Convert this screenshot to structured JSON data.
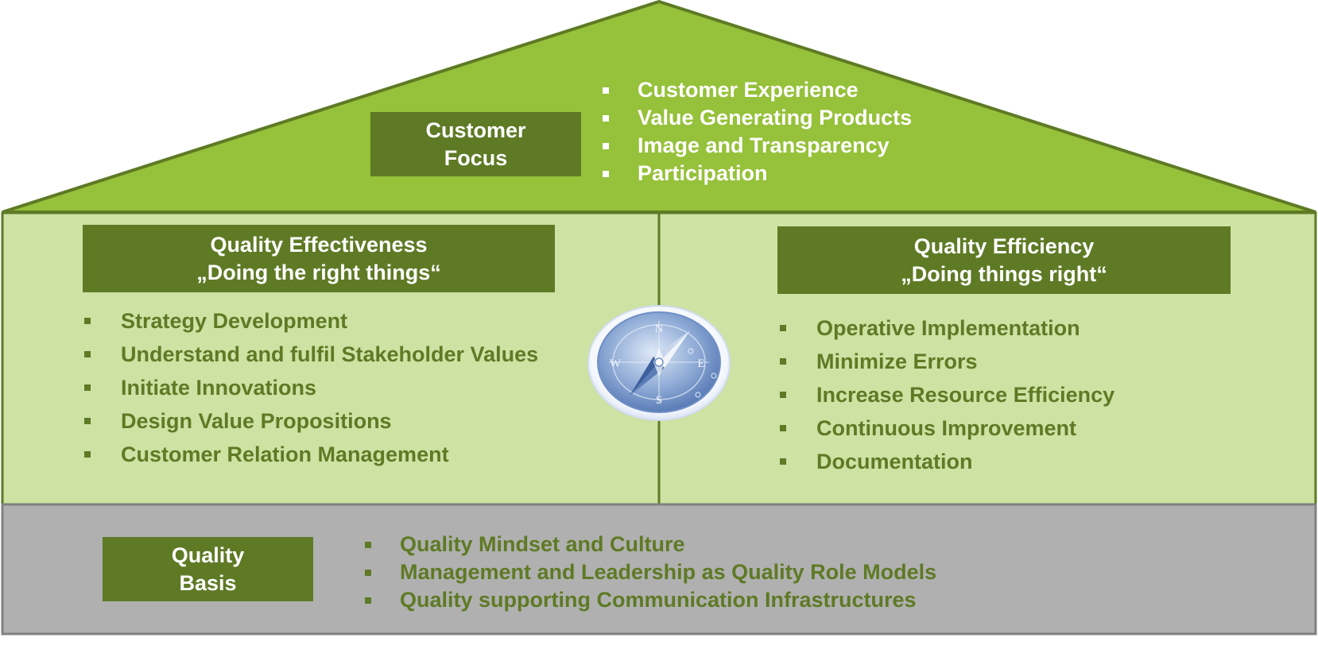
{
  "roof": {
    "label_line1": "Customer",
    "label_line2": "Focus",
    "items": [
      "Customer Experience",
      "Value Generating Products",
      "Image and Transparency",
      "Participation"
    ]
  },
  "left_pillar": {
    "title_line1": "Quality Effectiveness",
    "title_line2": "„Doing the right things“",
    "items": [
      "Strategy Development",
      "Understand and fulfil Stakeholder Values",
      "Initiate Innovations",
      "Design Value Propositions",
      "Customer Relation Management"
    ]
  },
  "right_pillar": {
    "title_line1": "Quality Efficiency",
    "title_line2": "„Doing things right“",
    "items": [
      "Operative Implementation",
      "Minimize Errors",
      "Increase Resource Efficiency",
      "Continuous Improvement",
      "Documentation"
    ]
  },
  "compass": {
    "icon": "compass-icon",
    "directions": {
      "n": "N",
      "e": "E",
      "s": "S",
      "w": "W"
    }
  },
  "base": {
    "label_line1": "Quality",
    "label_line2": "Basis",
    "items": [
      "Quality Mindset and Culture",
      "Management and Leadership as Quality Role Models",
      "Quality supporting Communication Infrastructures"
    ]
  },
  "colors": {
    "roof": "#96c13a",
    "pillars": "#cde2a3",
    "base": "#b0b0b0",
    "label_box": "#5e7a25",
    "outline": "#5e7a25"
  }
}
